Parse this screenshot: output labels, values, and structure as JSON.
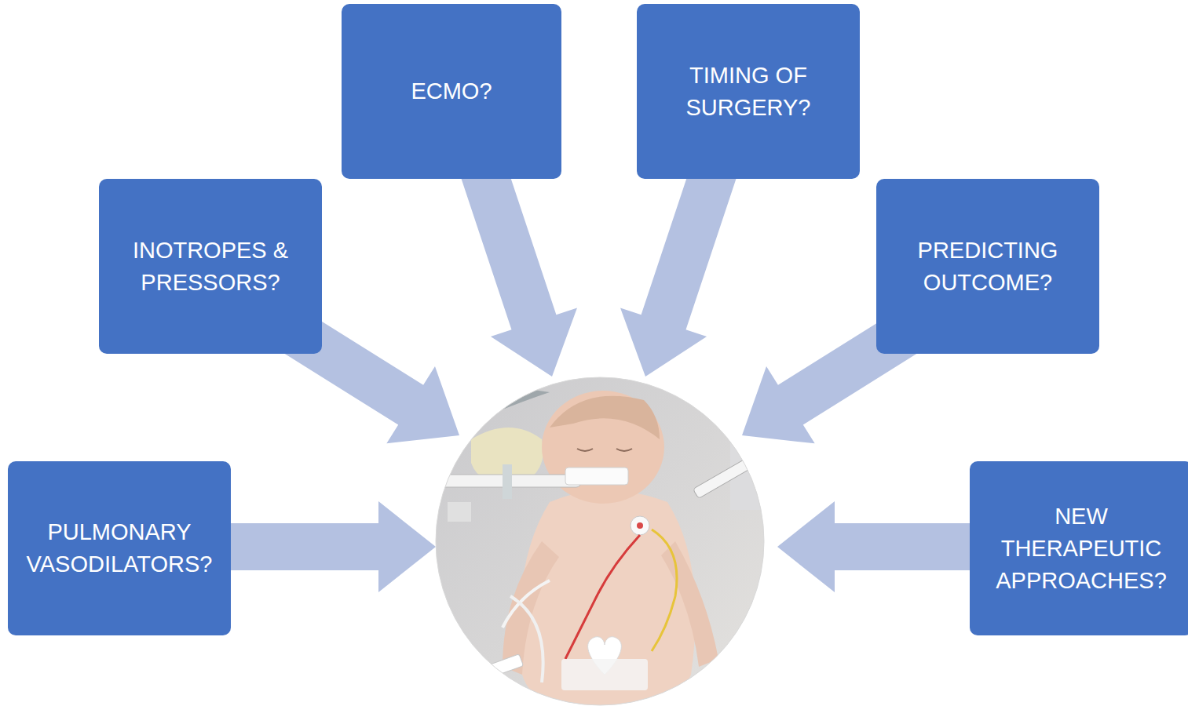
{
  "diagram": {
    "nodes": [
      {
        "text": [
          "ECMO?"
        ]
      },
      {
        "text": [
          "TIMING OF SURGERY?"
        ]
      },
      {
        "text": [
          "INOTROPES & PRESSORS?"
        ]
      },
      {
        "text": [
          "PREDICTING OUTCOME?"
        ]
      },
      {
        "text": [
          "PULMONARY VASODILATORS?"
        ]
      },
      {
        "text": [
          "NEW THERAPEUTIC APPROACHES?"
        ]
      }
    ]
  }
}
